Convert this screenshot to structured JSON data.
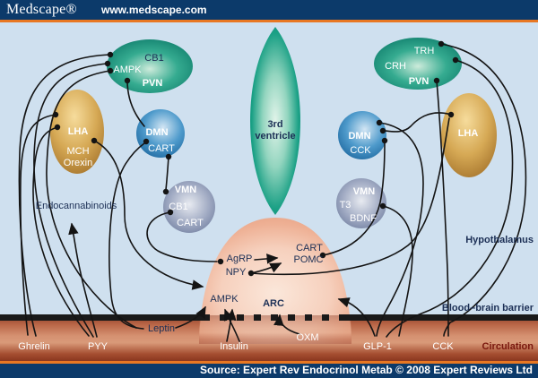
{
  "header": {
    "logo": "Medscape®",
    "url": "www.medscape.com"
  },
  "footer": {
    "source": "Source: Expert Rev Endocrinol Metab © 2008 Expert Reviews Ltd"
  },
  "regions": {
    "ventricle_line1": "3rd",
    "ventricle_line2": "ventricle",
    "hypothalamus_label": "Hypothalamus",
    "blood_brain_barrier_label": "Blood–brain barrier",
    "circulation_label": "Circulation",
    "endocannabinoids_label": "Endocannabinoids"
  },
  "nuclei": {
    "pvn_left": {
      "name": "PVN",
      "cb1": "CB1",
      "ampk": "AMPK"
    },
    "lha_left": {
      "name": "LHA",
      "mch": "MCH",
      "orexin": "Orexin"
    },
    "dmn_left": {
      "name": "DMN",
      "cart": "CART"
    },
    "vmn_left": {
      "name": "VMN",
      "cb1": "CB1",
      "cart": "CART"
    },
    "pvn_right": {
      "name": "PVN",
      "trh": "TRH",
      "crh": "CRH"
    },
    "dmn_right": {
      "name": "DMN",
      "cck": "CCK"
    },
    "lha_right": {
      "name": "LHA"
    },
    "vmn_right": {
      "name": "VMN",
      "t3": "T3",
      "bdnf": "BDNF"
    }
  },
  "arc": {
    "name": "ARC",
    "agrp": "AgRP",
    "npy": "NPY",
    "cart": "CART",
    "pomc": "POMC",
    "ampk": "AMPK"
  },
  "circulation": {
    "ghrelin": "Ghrelin",
    "pyy": "PYY",
    "leptin": "Leptin",
    "insulin": "Insulin",
    "oxm": "OXM",
    "glp1": "GLP-1",
    "cck": "CCK"
  },
  "colors": {
    "header_navy": "#0c3a6a",
    "accent_orange": "#e87722",
    "background_blue": "#cfe0ef",
    "teal_nucleus": "#0d7a69",
    "gold_nucleus": "#c8963f",
    "blue_nucleus": "#2e7cb5",
    "gray_nucleus": "#8793b2",
    "arc_peach": "#f3c7b2",
    "circulation_brown": "#b15a3a",
    "line_black": "#141414"
  }
}
